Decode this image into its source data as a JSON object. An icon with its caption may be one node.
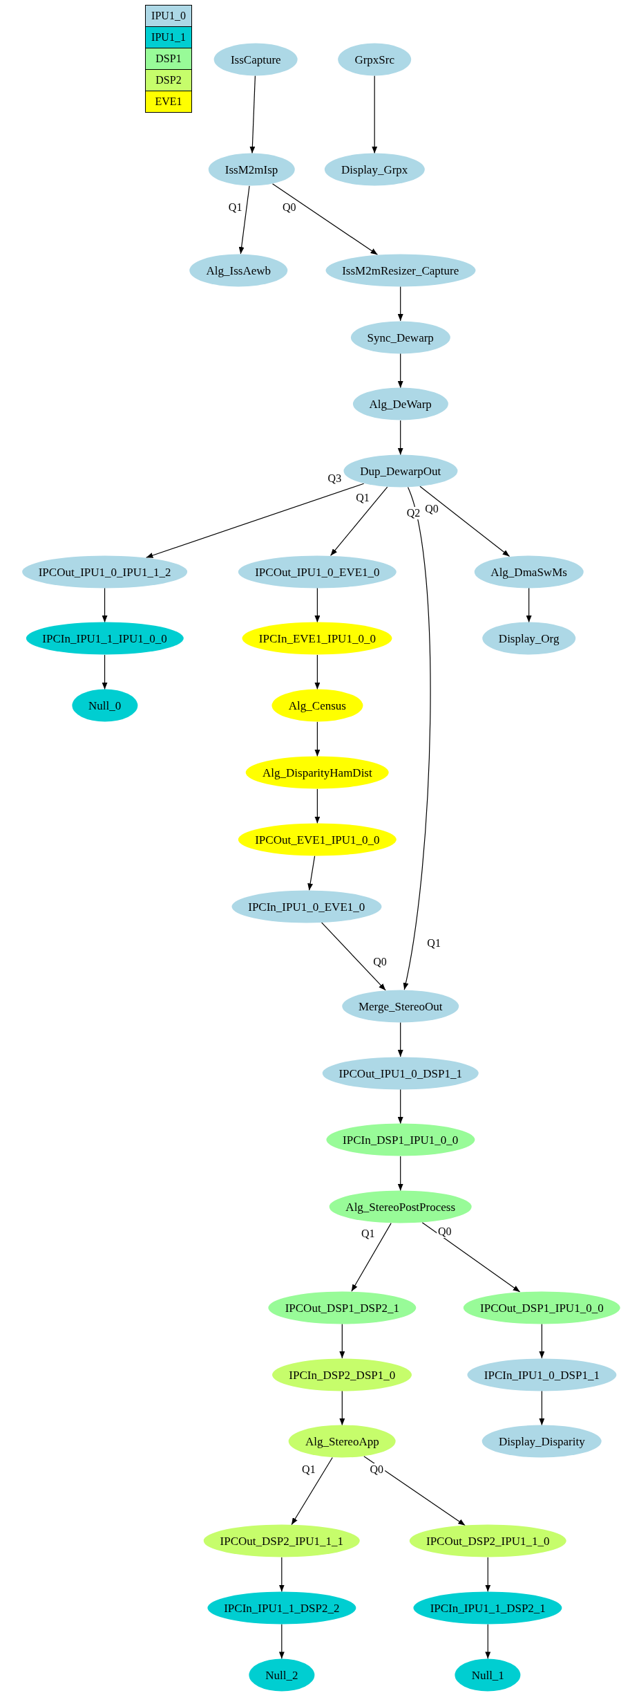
{
  "diagram": {
    "nodes": [
      {
        "text": [
          "IssCapture"
        ]
      },
      {
        "text": [
          "GrpxSrc"
        ]
      },
      {
        "text": [
          "IssM2mIsp"
        ]
      },
      {
        "text": [
          "Display_Grpx"
        ]
      },
      {
        "text": [
          "Alg_IssAewb"
        ]
      },
      {
        "text": [
          "IssM2mResizer_Capture"
        ]
      },
      {
        "text": [
          "Sync_Dewarp"
        ]
      },
      {
        "text": [
          "Alg_DeWarp"
        ]
      },
      {
        "text": [
          "Dup_DewarpOut"
        ]
      },
      {
        "text": [
          "IPCOut_IPU1_0_IPU1_1_2"
        ]
      },
      {
        "text": [
          "IPCOut_IPU1_0_EVE1_0"
        ]
      },
      {
        "text": [
          "Alg_DmaSwMs"
        ]
      },
      {
        "text": [
          "IPCIn_IPU1_1_IPU1_0_0"
        ]
      },
      {
        "text": [
          "IPCIn_EVE1_IPU1_0_0"
        ]
      },
      {
        "text": [
          "Display_Org"
        ]
      },
      {
        "text": [
          "Null_0"
        ]
      },
      {
        "text": [
          "Alg_Census"
        ]
      },
      {
        "text": [
          "Alg_DisparityHamDist"
        ]
      },
      {
        "text": [
          "IPCOut_EVE1_IPU1_0_0"
        ]
      },
      {
        "text": [
          "IPCIn_IPU1_0_EVE1_0"
        ]
      },
      {
        "text": [
          "Merge_StereoOut"
        ]
      },
      {
        "text": [
          "IPCOut_IPU1_0_DSP1_1"
        ]
      },
      {
        "text": [
          "IPCIn_DSP1_IPU1_0_0"
        ]
      },
      {
        "text": [
          "Alg_StereoPostProcess"
        ]
      },
      {
        "text": [
          "IPCOut_DSP1_DSP2_1"
        ]
      },
      {
        "text": [
          "IPCOut_DSP1_IPU1_0_0"
        ]
      },
      {
        "text": [
          "IPCIn_DSP2_DSP1_0"
        ]
      },
      {
        "text": [
          "IPCIn_IPU1_0_DSP1_1"
        ]
      },
      {
        "text": [
          "Alg_StereoApp"
        ]
      },
      {
        "text": [
          "Display_Disparity"
        ]
      },
      {
        "text": [
          "IPCOut_DSP2_IPU1_1_1"
        ]
      },
      {
        "text": [
          "IPCOut_DSP2_IPU1_1_0"
        ]
      },
      {
        "text": [
          "IPCIn_IPU1_1_DSP2_2"
        ]
      },
      {
        "text": [
          "IPCIn_IPU1_1_DSP2_1"
        ]
      },
      {
        "text": [
          "Null_2"
        ]
      },
      {
        "text": [
          "Null_1"
        ]
      }
    ],
    "edges": [
      {
        "from": 0,
        "to": 2,
        "arrow": "to"
      },
      {
        "from": 1,
        "to": 3,
        "arrow": "to"
      },
      {
        "from": 2,
        "to": 4,
        "arrow": "to",
        "label": "Q1"
      },
      {
        "from": 2,
        "to": 5,
        "arrow": "to",
        "label": "Q0"
      },
      {
        "from": 5,
        "to": 6,
        "arrow": "to"
      },
      {
        "from": 6,
        "to": 7,
        "arrow": "to"
      },
      {
        "from": 7,
        "to": 8,
        "arrow": "to"
      },
      {
        "from": 8,
        "to": 9,
        "arrow": "to",
        "label": "Q3"
      },
      {
        "from": 8,
        "to": 10,
        "arrow": "to",
        "label": "Q1"
      },
      {
        "from": 8,
        "to": 20,
        "arrow": "to",
        "label": "Q2"
      },
      {
        "from": 8,
        "to": 11,
        "arrow": "to",
        "label": "Q0"
      },
      {
        "from": 9,
        "to": 12,
        "arrow": "to"
      },
      {
        "from": 10,
        "to": 13,
        "arrow": "to"
      },
      {
        "from": 11,
        "to": 14,
        "arrow": "to"
      },
      {
        "from": 12,
        "to": 15,
        "arrow": "to"
      },
      {
        "from": 13,
        "to": 16,
        "arrow": "to"
      },
      {
        "from": 16,
        "to": 17,
        "arrow": "to"
      },
      {
        "from": 17,
        "to": 18,
        "arrow": "to"
      },
      {
        "from": 18,
        "to": 19,
        "arrow": "to"
      },
      {
        "from": 19,
        "to": 20,
        "arrow": "to",
        "label": "Q0"
      },
      {
        "from": 20,
        "to": 21,
        "arrow": "to"
      },
      {
        "from": 21,
        "to": 22,
        "arrow": "to"
      },
      {
        "from": 22,
        "to": 23,
        "arrow": "to"
      },
      {
        "from": 23,
        "to": 24,
        "arrow": "to",
        "label": "Q1"
      },
      {
        "from": 23,
        "to": 25,
        "arrow": "to",
        "label": "Q0"
      },
      {
        "from": 24,
        "to": 26,
        "arrow": "to"
      },
      {
        "from": 25,
        "to": 27,
        "arrow": "to"
      },
      {
        "from": 26,
        "to": 28,
        "arrow": "to"
      },
      {
        "from": 27,
        "to": 29,
        "arrow": "to"
      },
      {
        "from": 28,
        "to": 30,
        "arrow": "to",
        "label": "Q1"
      },
      {
        "from": 28,
        "to": 31,
        "arrow": "to",
        "label": "Q0"
      },
      {
        "from": 30,
        "to": 32,
        "arrow": "to"
      },
      {
        "from": 31,
        "to": 33,
        "arrow": "to"
      },
      {
        "from": 32,
        "to": 34,
        "arrow": "to"
      },
      {
        "from": 33,
        "to": 35,
        "arrow": "to"
      }
    ],
    "labels": [
      "Q1"
    ],
    "legend": [
      {
        "text": "IPU1_0",
        "color": "#add8e6"
      },
      {
        "text": "IPU1_1",
        "color": "#00ced1"
      },
      {
        "text": "DSP1",
        "color": "#98fb98"
      },
      {
        "text": "DSP2",
        "color": "#c6fd6b"
      },
      {
        "text": "EVE1",
        "color": "#ffff00"
      }
    ]
  }
}
